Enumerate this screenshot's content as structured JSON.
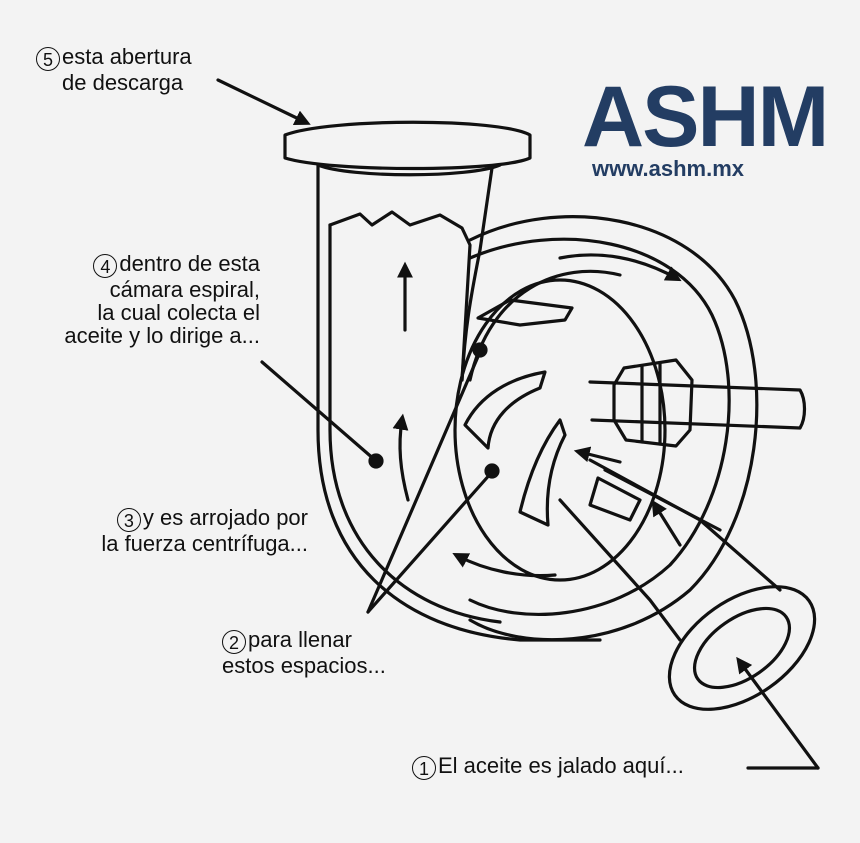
{
  "logo": {
    "brand": "ASHM",
    "url": "www.ashm.mx",
    "color": "#233d63"
  },
  "labels": [
    {
      "id": "5",
      "lines": [
        "esta abertura",
        "de descarga"
      ]
    },
    {
      "id": "4",
      "lines": [
        "dentro de esta",
        "cámara espiral,",
        "la cual colecta el",
        "aceite y lo dirige a..."
      ]
    },
    {
      "id": "3",
      "lines": [
        "y es arrojado por",
        "la fuerza centrífuga..."
      ]
    },
    {
      "id": "2",
      "lines": [
        "para llenar",
        "estos espacios..."
      ]
    },
    {
      "id": "1",
      "lines": [
        "El aceite es jalado aquí..."
      ]
    }
  ]
}
